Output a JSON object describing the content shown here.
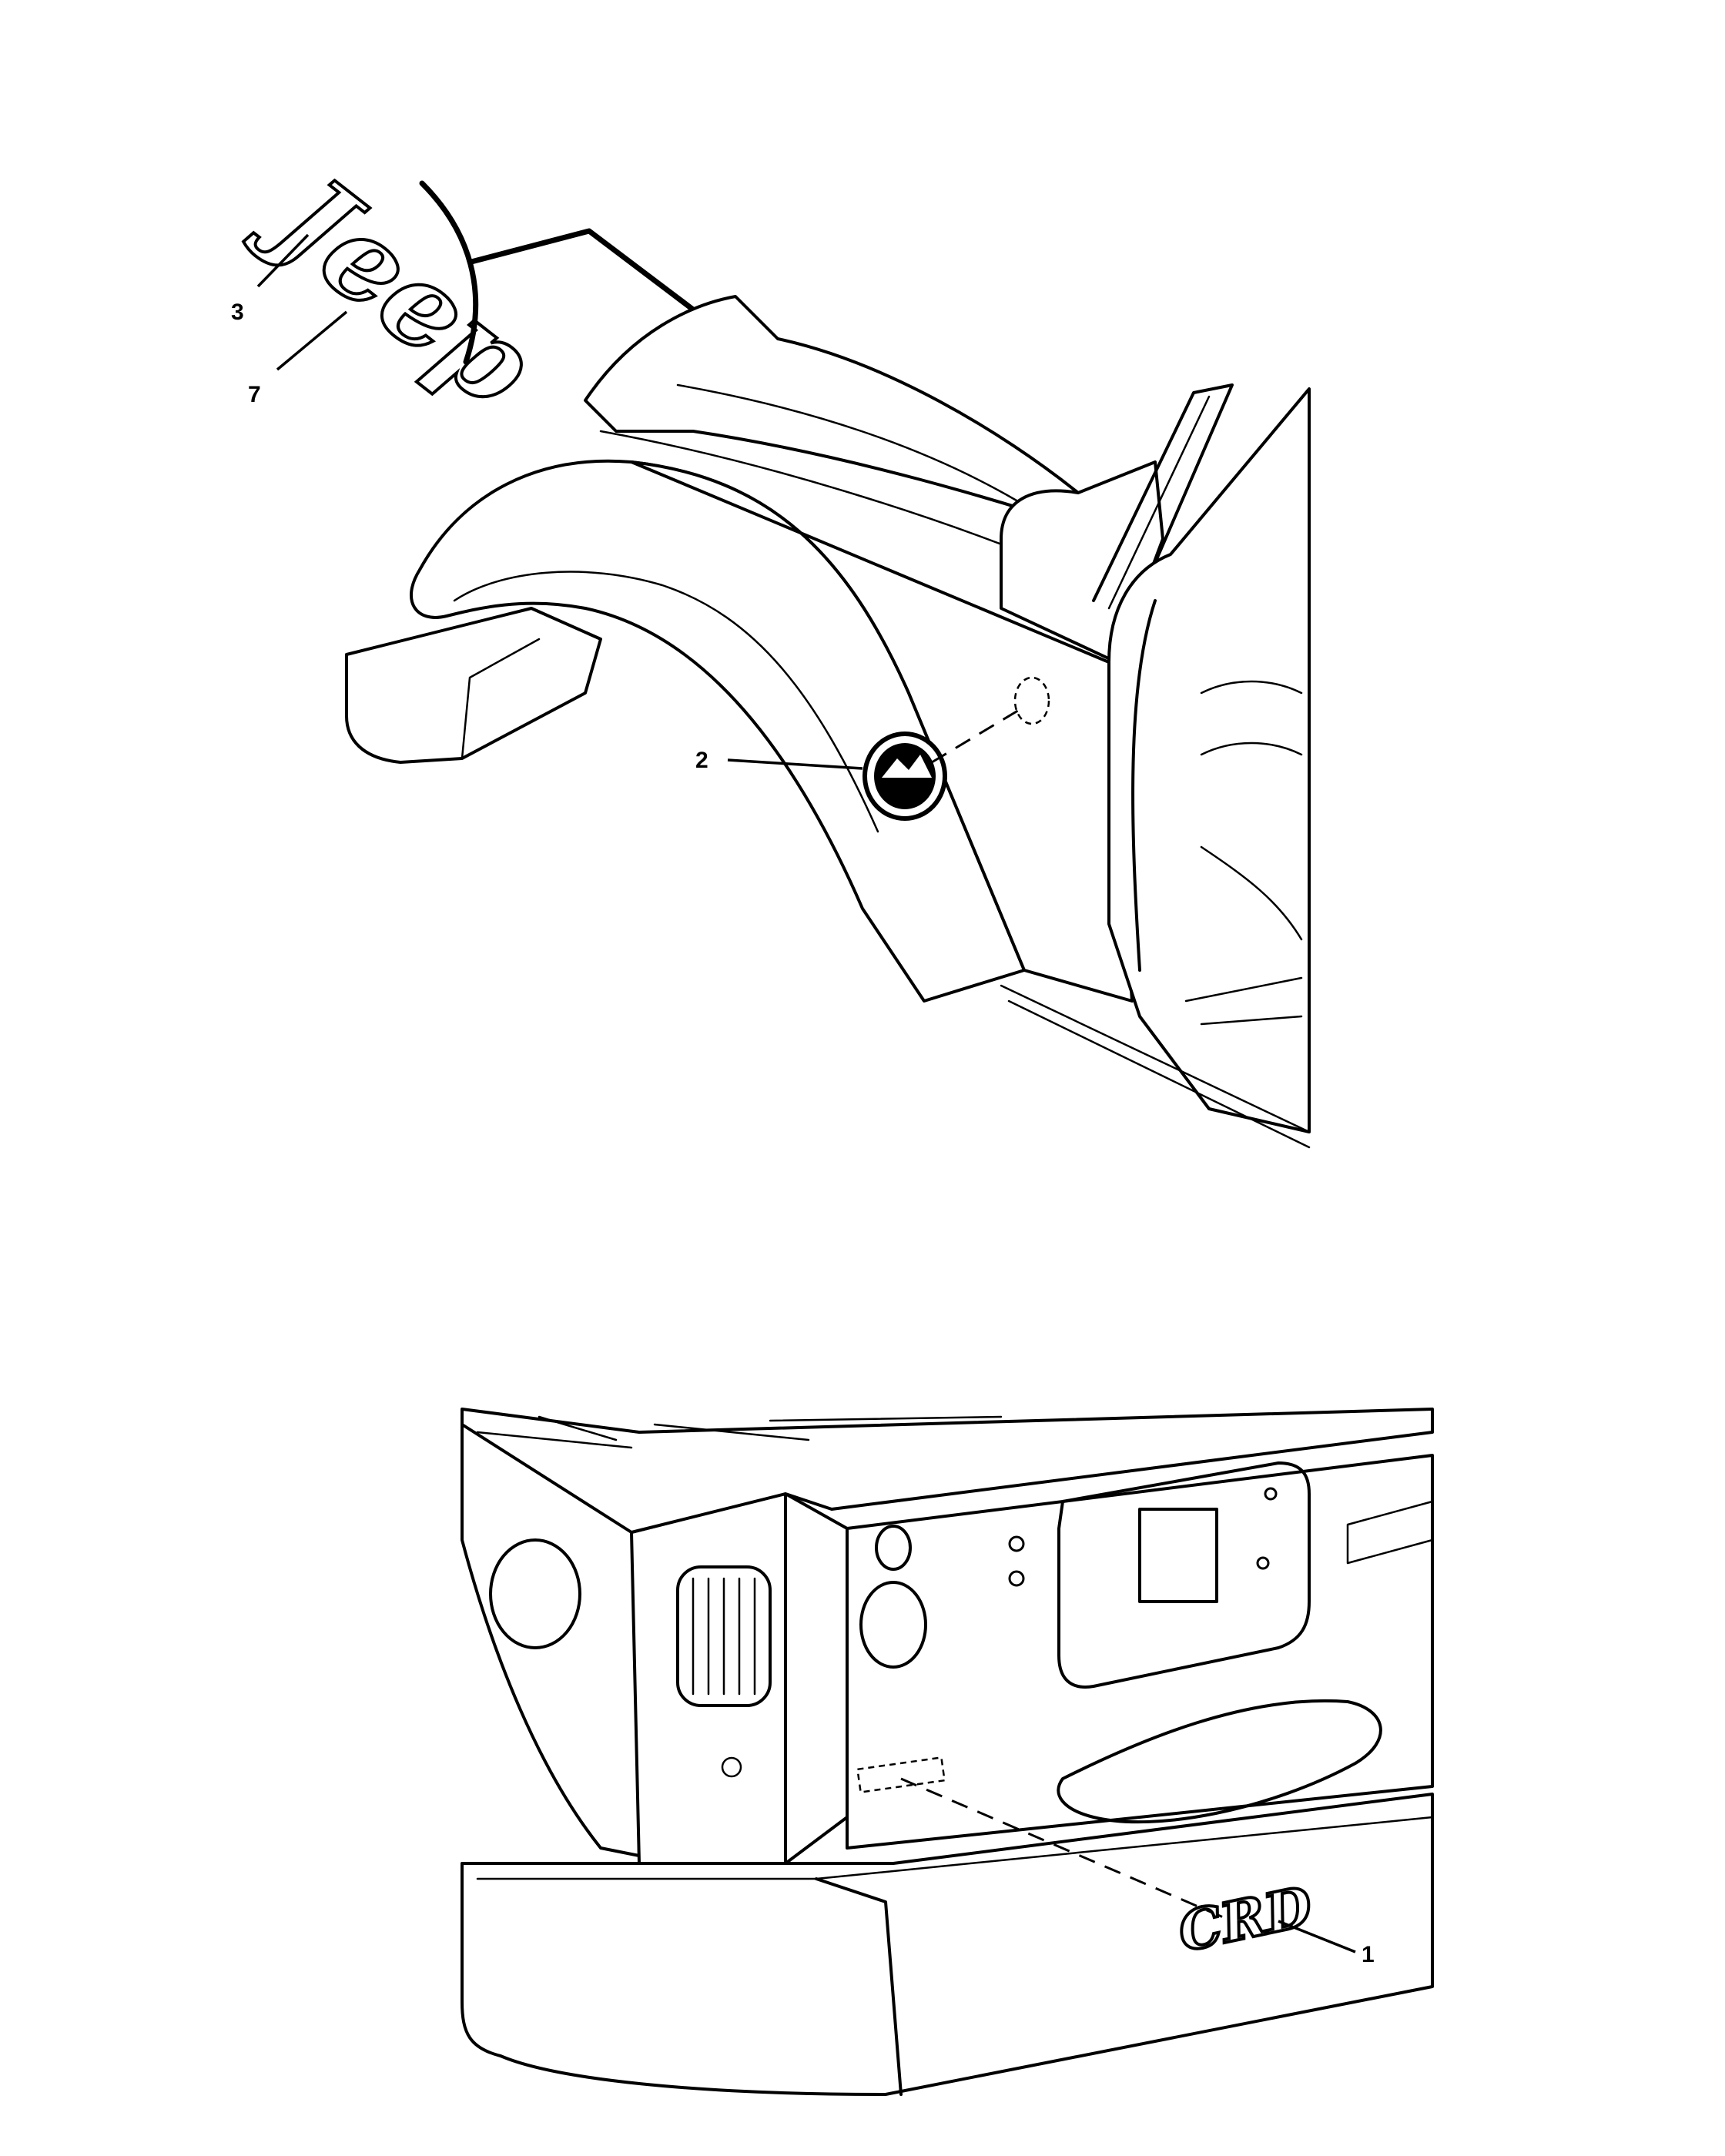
{
  "callouts": {
    "c1": "1",
    "c2": "2",
    "c3": "3",
    "c7": "7"
  },
  "emblems": {
    "jeep_nameplate": "Jeep",
    "crd_badge": "CRD"
  }
}
